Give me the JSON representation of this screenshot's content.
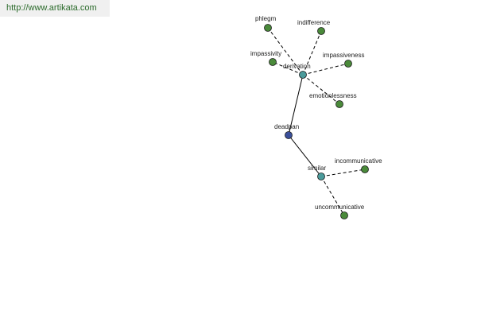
{
  "header": {
    "site_link": "http://www.artikata.com"
  },
  "graph": {
    "colors": {
      "root": "#3a4f9a",
      "relation": "#4a9a9a",
      "leaf": "#4a8a3a",
      "edge": "#000000",
      "link_text": "#2a6a2a"
    },
    "nodes": [
      {
        "id": "deadpan",
        "label": "deadpan",
        "kind": "root",
        "icon": "root-node-icon"
      },
      {
        "id": "derivation",
        "label": "derivation",
        "kind": "relation",
        "icon": "relation-node-icon"
      },
      {
        "id": "similar",
        "label": "similar",
        "kind": "relation",
        "icon": "relation-node-icon"
      },
      {
        "id": "phlegm",
        "label": "phlegm",
        "kind": "leaf",
        "icon": "word-node-icon"
      },
      {
        "id": "indifference",
        "label": "indifference",
        "kind": "leaf",
        "icon": "word-node-icon"
      },
      {
        "id": "impassivity",
        "label": "impassivity",
        "kind": "leaf",
        "icon": "word-node-icon"
      },
      {
        "id": "impassiveness",
        "label": "impassiveness",
        "kind": "leaf",
        "icon": "word-node-icon"
      },
      {
        "id": "emotionlessness",
        "label": "emotionlessness",
        "kind": "leaf",
        "icon": "word-node-icon"
      },
      {
        "id": "incommunicative",
        "label": "incommunicative",
        "kind": "leaf",
        "icon": "word-node-icon"
      },
      {
        "id": "uncommunicative",
        "label": "uncommunicative",
        "kind": "leaf",
        "icon": "word-node-icon"
      }
    ],
    "edges": [
      {
        "from": "deadpan",
        "to": "derivation",
        "style": "solid"
      },
      {
        "from": "deadpan",
        "to": "similar",
        "style": "solid"
      },
      {
        "from": "derivation",
        "to": "phlegm",
        "style": "dashed"
      },
      {
        "from": "derivation",
        "to": "indifference",
        "style": "dashed"
      },
      {
        "from": "derivation",
        "to": "impassivity",
        "style": "dashed"
      },
      {
        "from": "derivation",
        "to": "impassiveness",
        "style": "dashed"
      },
      {
        "from": "derivation",
        "to": "emotionlessness",
        "style": "dashed"
      },
      {
        "from": "similar",
        "to": "incommunicative",
        "style": "dashed"
      },
      {
        "from": "similar",
        "to": "uncommunicative",
        "style": "dashed"
      }
    ]
  }
}
